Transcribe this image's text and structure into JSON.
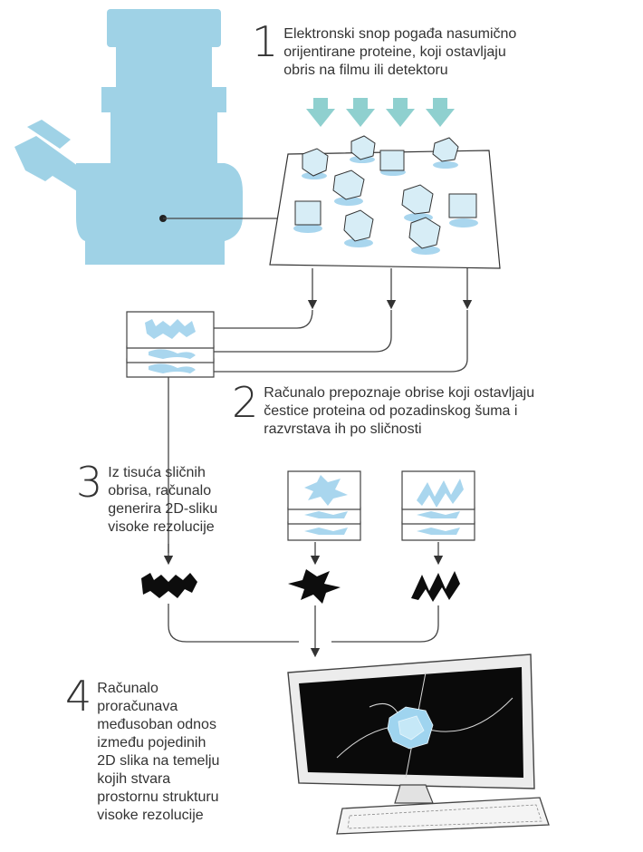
{
  "steps": [
    {
      "number": "1",
      "text": "Elektronski snop pogađa nasumično\norijentirane proteine, koji ostavljaju\nobris na filmu ili detektoru"
    },
    {
      "number": "2",
      "text": "Računalo prepoznaje obrise koji ostavljaju\nčestice proteina od pozadinskog šuma i\nrazvrstava ih po sličnosti"
    },
    {
      "number": "3",
      "text": "Iz tisuća sličnih\nobrisa, računalo\ngenerira 2D-sliku\nvisoke rezolucije"
    },
    {
      "number": "4",
      "text": "Računalo\nproračunava\nmeđusoban odnos\nizmeđu pojedinih\n2D slika na temelju\nkojih stvara\nprostornu strukturu\nvisoke rezolucije"
    }
  ],
  "colors": {
    "microscope": "#9fd2e6",
    "beam": "#8fd0cf",
    "protein": "#a9d6ee",
    "line": "#555555",
    "screen": "#0a0a0a",
    "monitor_frame": "#e6e6e6"
  },
  "icons": [
    "electron-microscope-icon",
    "electron-beam-arrow-icon",
    "protein-particle-icon",
    "image-stack-icon",
    "class-average-icon",
    "computer-monitor-icon",
    "keyboard-icon"
  ]
}
